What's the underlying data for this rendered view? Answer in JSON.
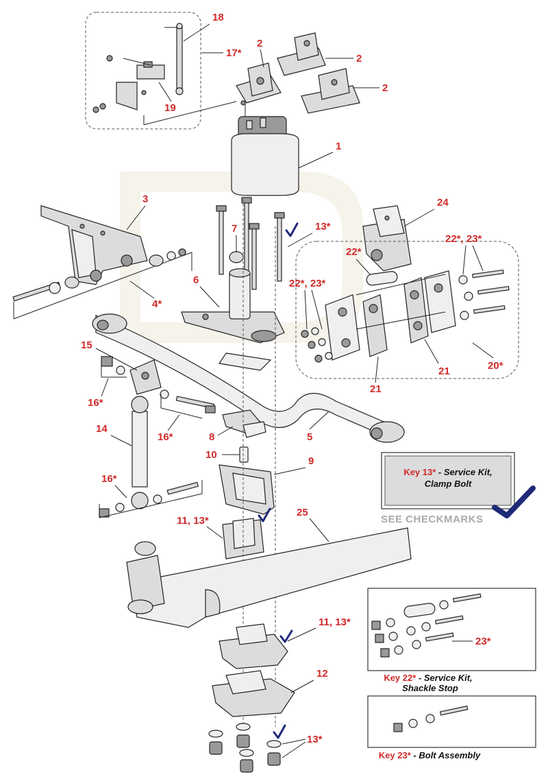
{
  "callouts": {
    "c18": "18",
    "c17": "17*",
    "c2a": "2",
    "c2b": "2",
    "c2c": "2",
    "c19": "19",
    "c1": "1",
    "c3": "3",
    "c24": "24",
    "c7": "7",
    "c13a": "13*",
    "c22a": "22*",
    "c2223a": "22*, 23*",
    "c2223b": "22*, 23*",
    "c4": "4*",
    "c6": "6",
    "c15": "15",
    "c16a": "16*",
    "c16b": "16*",
    "c16c": "16*",
    "c14": "14",
    "c8": "8",
    "c10": "10",
    "c9": "9",
    "c5": "5",
    "c21a": "21",
    "c21b": "21",
    "c20": "20*",
    "c1113a": "11, 13*",
    "c25": "25",
    "c1113b": "11, 13*",
    "c12": "12",
    "c13b": "13*",
    "c23": "23*"
  },
  "legend_main": {
    "key": "Key 13*",
    "dash": " - ",
    "line1": "Service Kit,",
    "line2": "Clamp Bolt",
    "see": "SEE CHECKMARKS"
  },
  "legend_22": {
    "key": "Key 22*",
    "dash": " - ",
    "line1": "Service Kit,",
    "line2": "Shackle Stop"
  },
  "legend_23": {
    "key": "Key 23*",
    "dash": " - ",
    "line1": "Bolt Assembly"
  },
  "colors": {
    "callout": "#d12a2a",
    "checkmark": "#1f2a78",
    "legend_fill": "#dcdcdc"
  }
}
